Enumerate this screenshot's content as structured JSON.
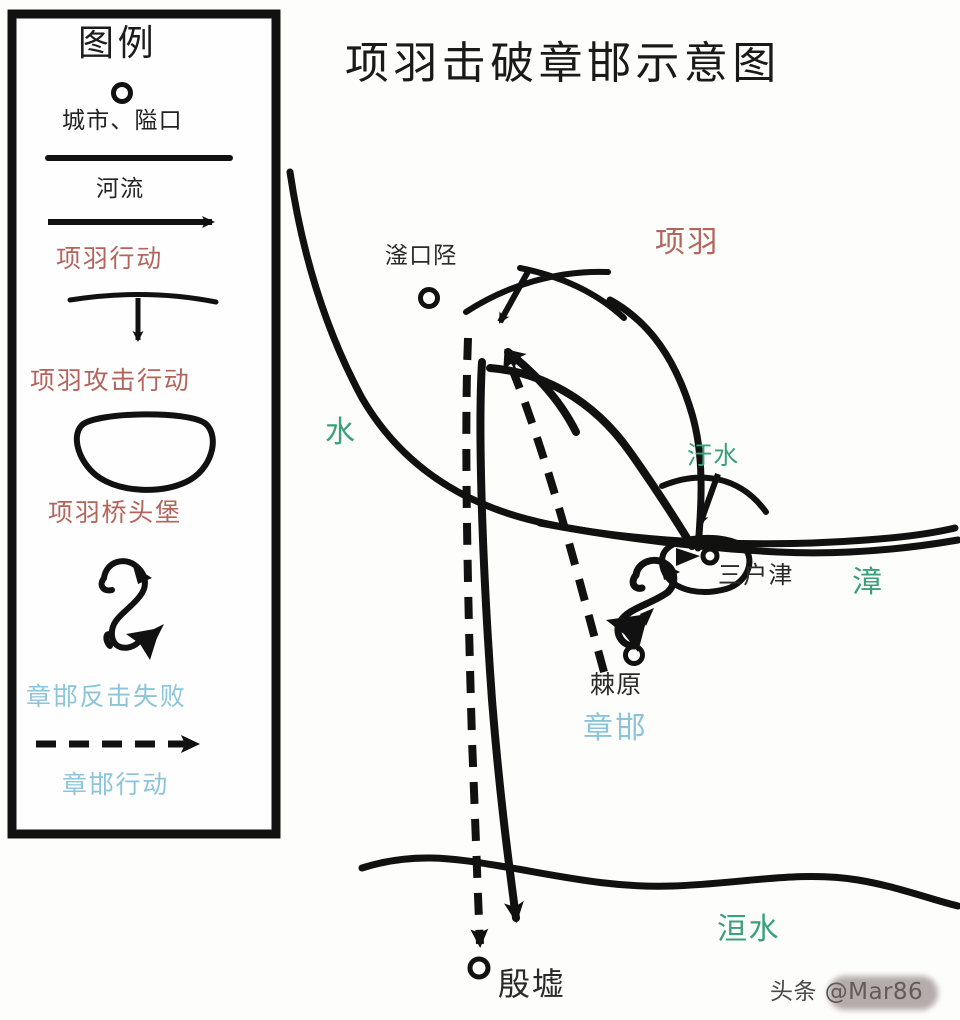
{
  "title": "项羽击破章邯示意图",
  "legend": {
    "heading": "图例",
    "items": [
      {
        "symbol": "circle-marker-icon",
        "label": "城市、隘口"
      },
      {
        "symbol": "river-line-icon",
        "label": "河流"
      },
      {
        "symbol": "solid-arrow-icon",
        "label": "项羽行动",
        "color": "#b4645b"
      },
      {
        "symbol": "attack-arc-arrow-icon",
        "label": "项羽攻击行动",
        "color": "#b4645b"
      },
      {
        "symbol": "bridgehead-shape-icon",
        "label": "项羽桥头堡",
        "color": "#b4645b"
      },
      {
        "symbol": "repulse-serpentine-icon",
        "label": "章邯反击失败",
        "color": "#8cc5da"
      },
      {
        "symbol": "dashed-arrow-icon",
        "label": "章邯行动",
        "color": "#8cc5da"
      }
    ]
  },
  "map": {
    "places": [
      {
        "name": "滏口陉",
        "color": "#2a2a2a",
        "type": "pass"
      },
      {
        "name": "三户津",
        "color": "#2a2a2a",
        "type": "ford"
      },
      {
        "name": "棘原",
        "color": "#2a2a2a",
        "type": "city"
      },
      {
        "name": "殷墟",
        "color": "#2a2a2a",
        "type": "city"
      }
    ],
    "rivers": [
      {
        "name": "水",
        "color": "#3aa07a"
      },
      {
        "name": "汙水",
        "color": "#3aa07a"
      },
      {
        "name": "漳",
        "color": "#3aa07a"
      },
      {
        "name": "洹水",
        "color": "#3aa07a"
      }
    ],
    "forces": [
      {
        "name": "项羽",
        "color": "#b4645b"
      },
      {
        "name": "章邯",
        "color": "#8cc5da"
      }
    ]
  },
  "watermark": "头条 @Mar86",
  "colors": {
    "xiangyu_red": "#b4645b",
    "zhanghan_blue": "#8cc5da",
    "river_green": "#3aa07a",
    "ink_black": "#1a1a1a"
  }
}
